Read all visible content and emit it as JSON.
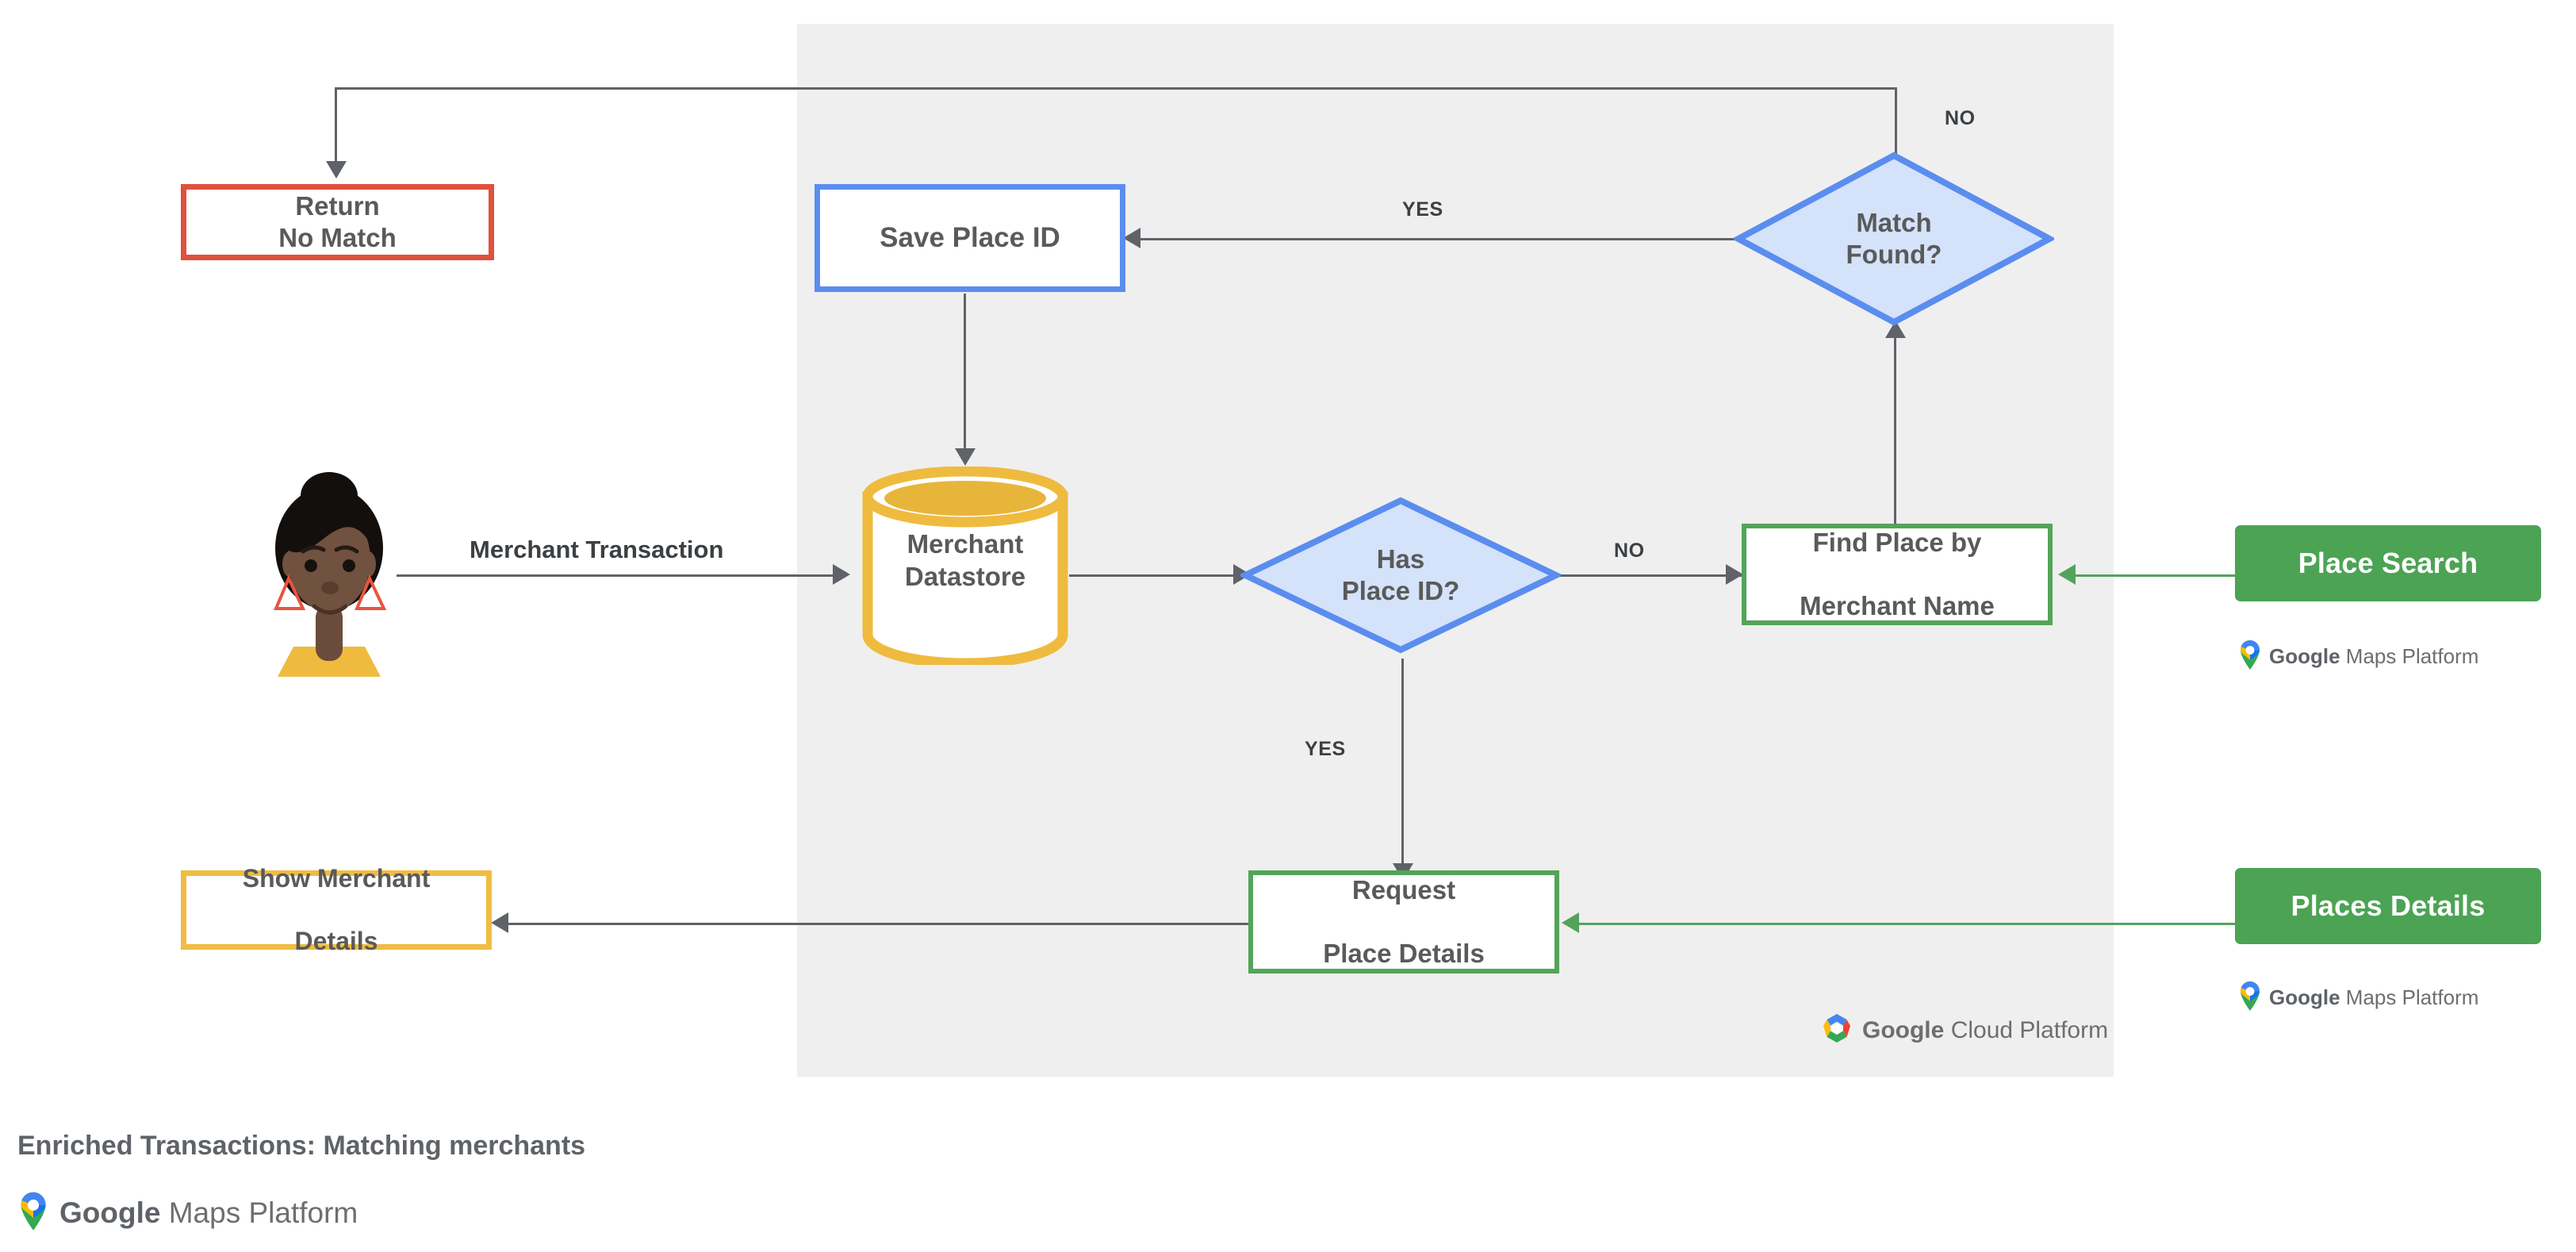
{
  "diagram": {
    "title": "Enriched Transactions: Matching merchants",
    "platform_panel_badge": {
      "google": "Google",
      "product": "Cloud Platform"
    },
    "footer_lockup": {
      "google": "Google",
      "product": "Maps Platform"
    }
  },
  "actor": {
    "name": "merchant-customer-avatar"
  },
  "nodes": {
    "return_no_match": {
      "line1": "Return",
      "line2": "No Match",
      "color": "#e0503c"
    },
    "save_place_id": {
      "line1": "Save Place ID",
      "color": "#5b8def"
    },
    "merchant_datastore": {
      "line1": "Merchant",
      "line2": "Datastore",
      "color": "#f0bc42"
    },
    "has_place_id": {
      "line1": "Has",
      "line2": "Place ID?",
      "color": "#5b8def",
      "fill": "#d4e2fa"
    },
    "match_found": {
      "line1": "Match",
      "line2": "Found?",
      "color": "#5b8def",
      "fill": "#d4e2fa"
    },
    "find_place_by_merchant_name": {
      "line1": "Find Place by",
      "line2": "Merchant Name",
      "color": "#53a45a"
    },
    "request_place_details": {
      "line1": "Request",
      "line2": "Place Details",
      "color": "#53a45a"
    },
    "show_merchant_details": {
      "line1": "Show Merchant",
      "line2": "Details",
      "color": "#f0bc42"
    }
  },
  "api_chips": [
    {
      "label": "Place Search",
      "color": "#4ca354",
      "lockup": {
        "google": "Google",
        "product": "Maps Platform"
      }
    },
    {
      "label": "Places Details",
      "color": "#4ca354",
      "lockup": {
        "google": "Google",
        "product": "Maps Platform"
      }
    }
  ],
  "edge_labels": {
    "merchant_transaction": "Merchant Transaction",
    "has_place_id_yes": "YES",
    "has_place_id_no": "NO",
    "match_found_yes": "YES",
    "match_found_no": "NO"
  }
}
